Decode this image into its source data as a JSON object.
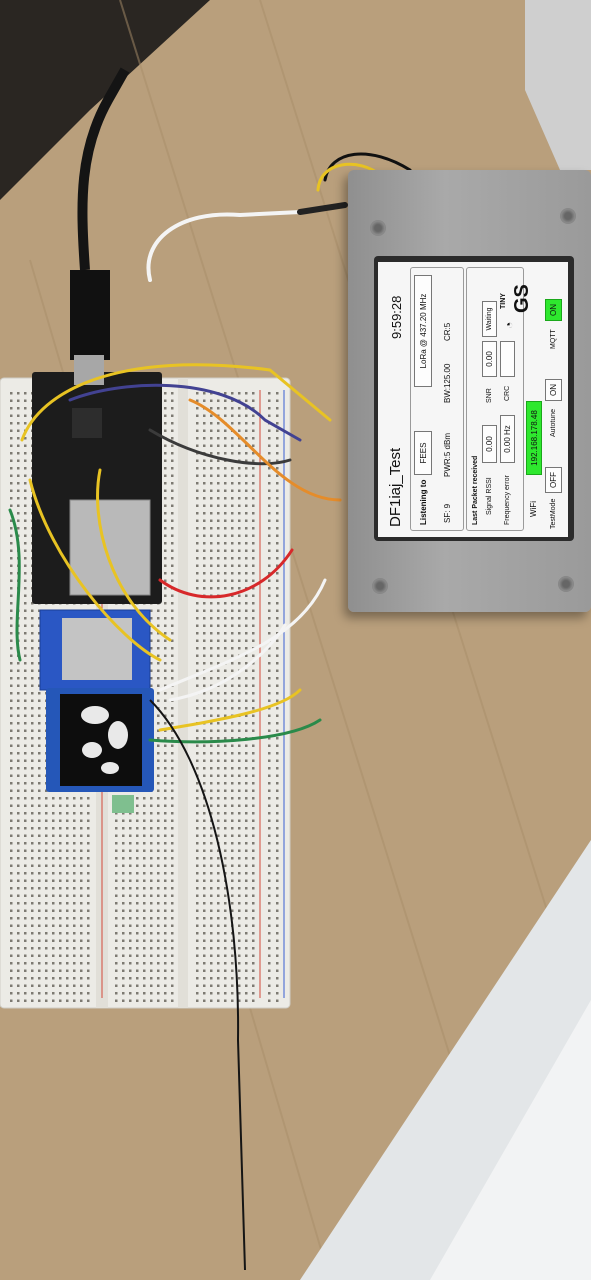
{
  "device": {
    "title": "DF1iaj_Test",
    "time": "9:59:28",
    "listening_to_label": "Listening to",
    "listening_to_value": "FEES",
    "lora_info": "LoRa @ 437.20 MHz",
    "sf": "SF: 9",
    "pwr": "PWR:5 dBm",
    "bw": "BW:125.00",
    "cr": "CR:5",
    "last_packet_label": "Last Packet received",
    "signal_rssi_label": "Signal RSSI",
    "signal_rssi_value": "0.00",
    "snr_label": "SNR",
    "snr_value": "0.00",
    "freq_error_label": "Frequency error",
    "freq_error_value": "0.00 Hz",
    "crc_label": "CRC",
    "waiting_label": "Waiting",
    "wifi_label": "WiFi",
    "wifi_ip": "192.168.178.48",
    "testmode_label": "TestMode",
    "testmode_value": "OFF",
    "autotune_label": "Autotune",
    "autotune_value": "ON",
    "mqtt_label": "MQTT",
    "mqtt_value": "ON",
    "logo_small": "TINY",
    "logo_large": "GS"
  },
  "colors": {
    "on_green": "#2ee82e",
    "wood": "#b99f7c",
    "breadboard": "#ecebe6",
    "enclosure": "#9d9d9d"
  },
  "icons": {
    "logo": "satellite-dish-logo",
    "oled_image": "world-map-image"
  }
}
